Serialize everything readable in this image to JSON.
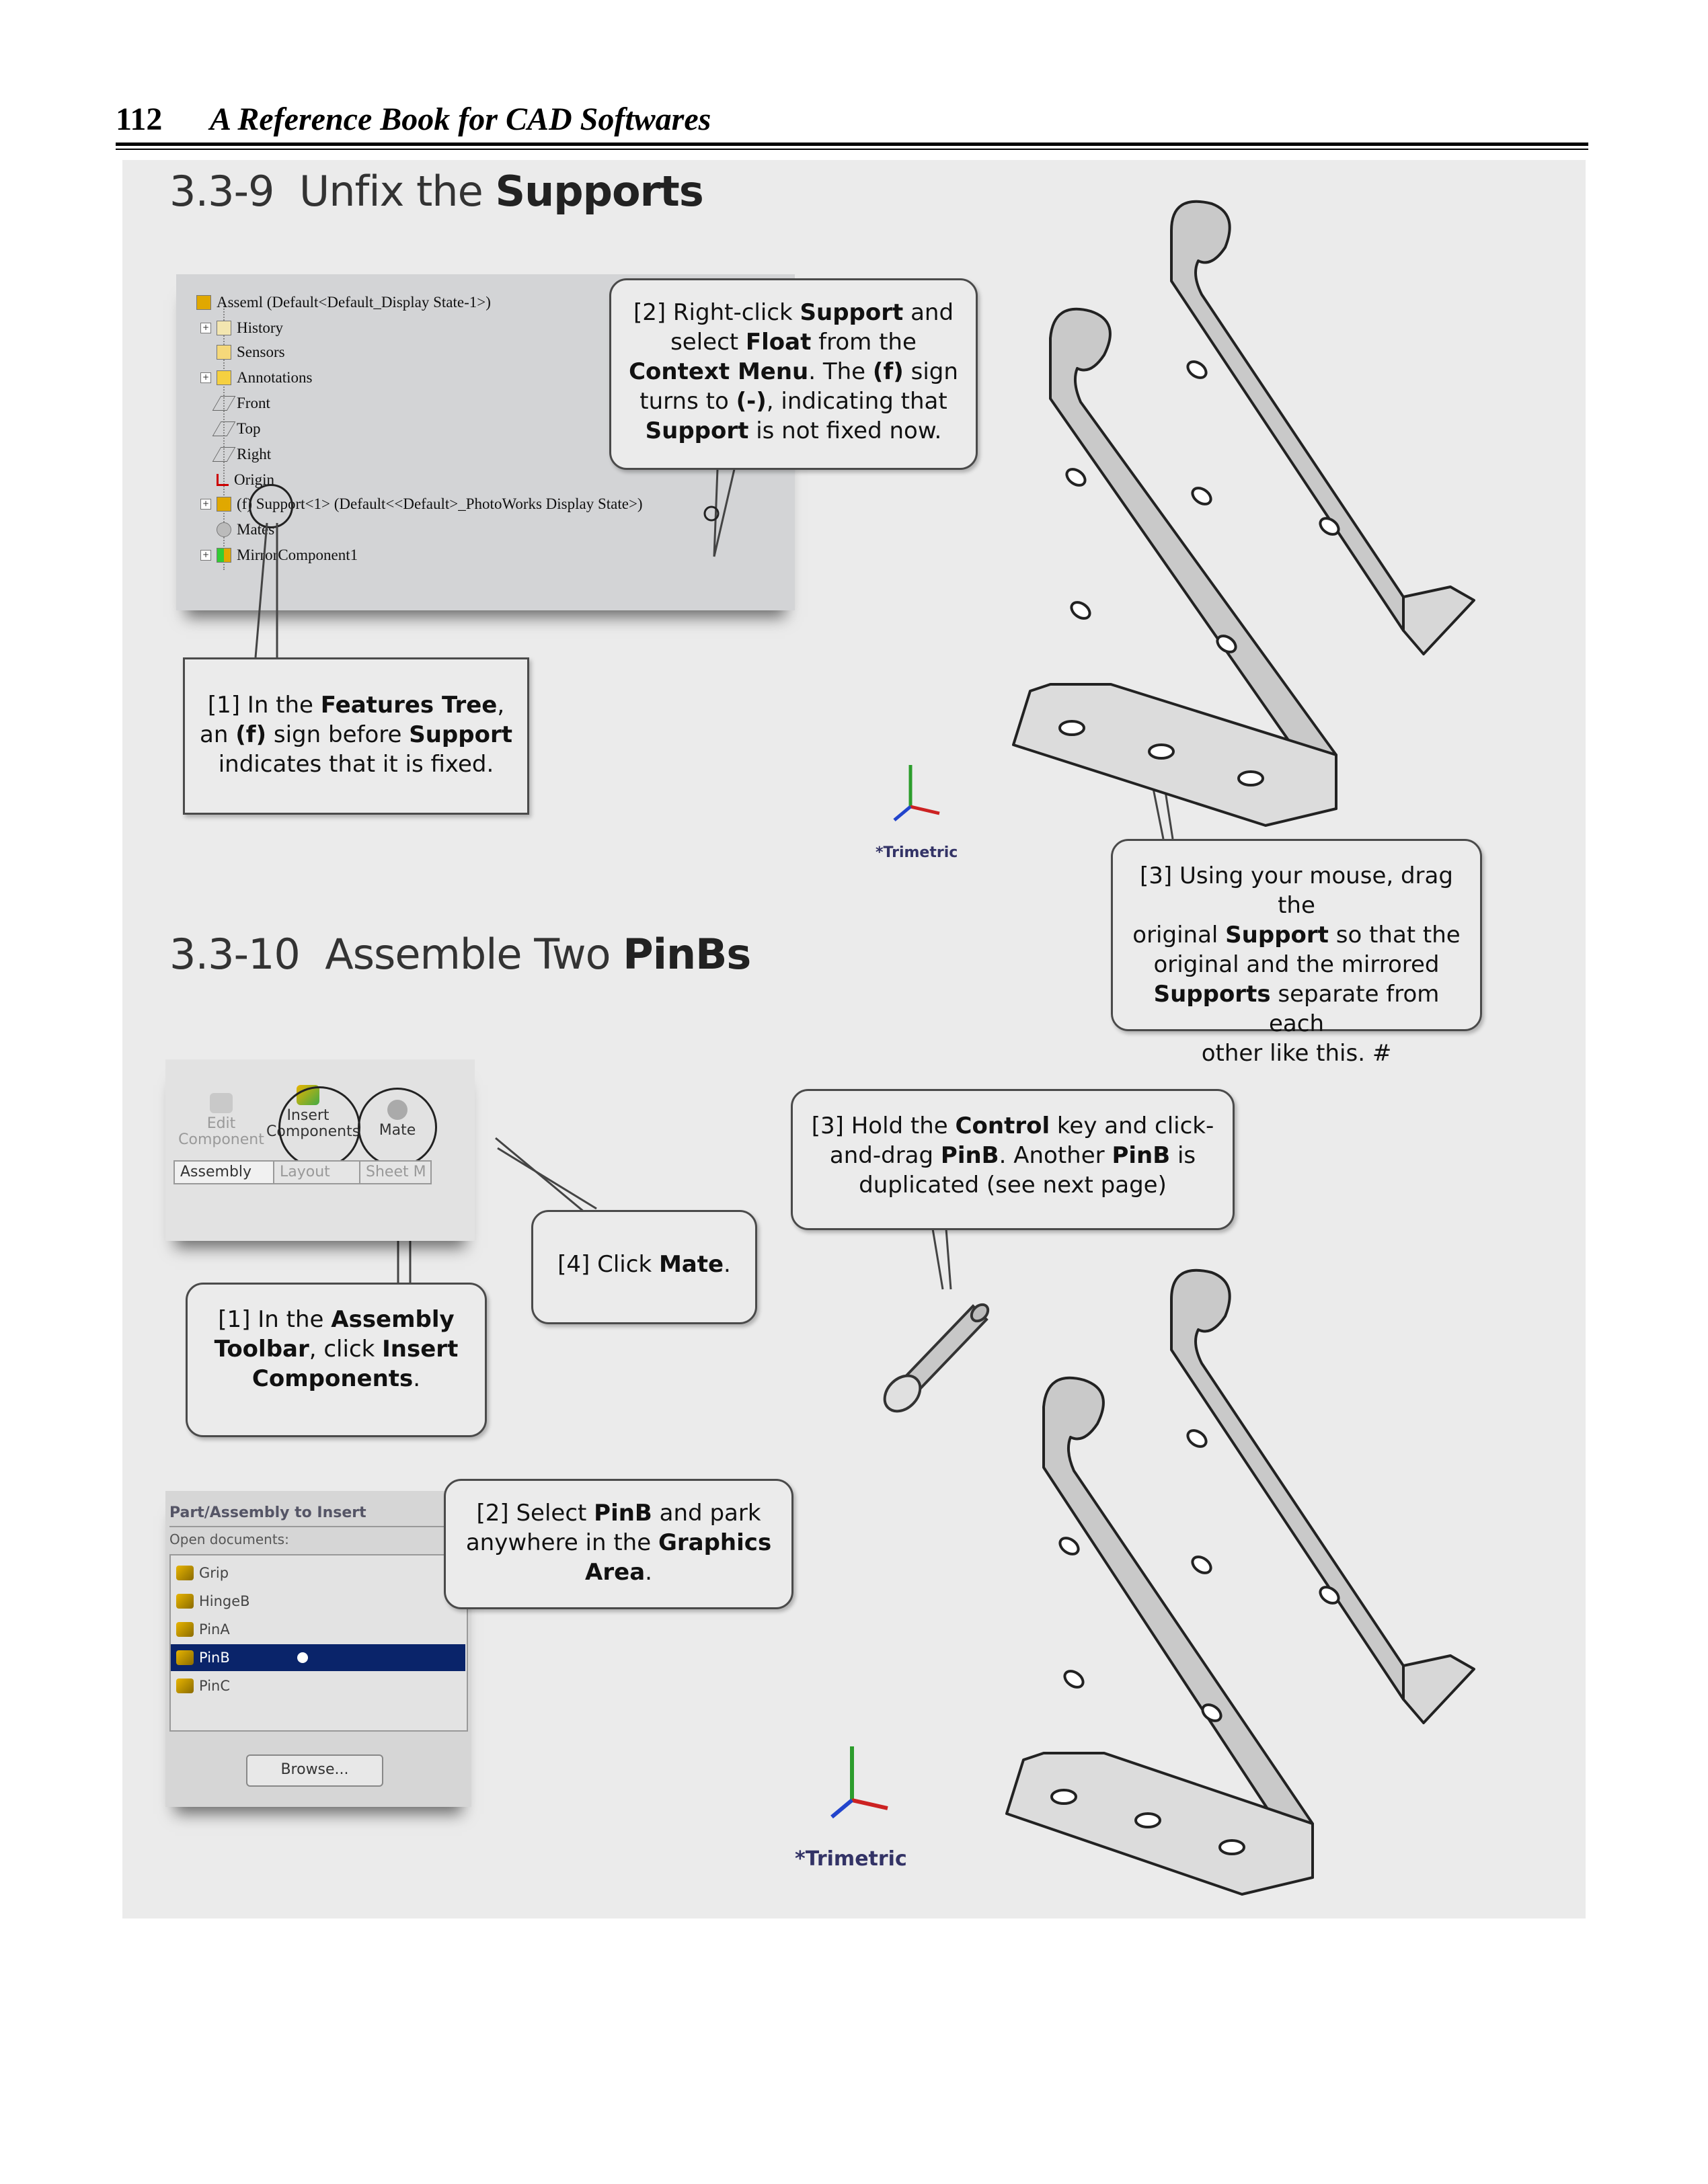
{
  "header": {
    "page_number": "112",
    "running_title": "A Reference Book for CAD Softwares"
  },
  "section1": {
    "number": "3.3-9",
    "title_plain": "Unfix the",
    "title_bold": "Supports",
    "feature_tree": {
      "rows": [
        "Asseml  (Default<Default_Display State-1>)",
        "History",
        "Sensors",
        "Annotations",
        "Front",
        "Top",
        "Right",
        "Origin",
        "(f) Support<1> (Default<<Default>_PhotoWorks Display State>)",
        "Mates",
        "MirrorComponent1"
      ]
    },
    "callout1": {
      "step": "[1]",
      "t1": "In the",
      "b1": "Features Tree",
      "t2": ",",
      "t3": "an",
      "b2": "(f)",
      "t4": "sign before",
      "b3": "Support",
      "t5": "indicates that it is fixed."
    },
    "callout2": {
      "step": "[2]",
      "t1": "Right-click",
      "b1": "Support",
      "t2": "and",
      "t3": "select",
      "b2": "Float",
      "t4": "from the",
      "b3": "Context Menu",
      "t5": ". The",
      "b4": "(f)",
      "t6": "sign",
      "t7": "turns to",
      "b5": "(-)",
      "t8": ", indicating that",
      "b6": "Support",
      "t9": "is not fixed now."
    },
    "callout3": {
      "step": "[3]",
      "t1": "Using your mouse, drag the",
      "t2": "original",
      "b1": "Support",
      "t3": "so that the",
      "t4": "original and the mirrored",
      "b2": "Supports",
      "t5": "separate from each",
      "t6": "other like this. #"
    },
    "triad_label": "*Trimetric"
  },
  "section2": {
    "number": "3.3-10",
    "title_plain": "Assemble Two",
    "title_bold": "PinBs",
    "toolbar": {
      "edit_component": [
        "Edit",
        "Component"
      ],
      "insert_components": [
        "Insert",
        "Components"
      ],
      "mate": "Mate",
      "tabs": [
        "Assembly",
        "Layout",
        "Sheet M"
      ]
    },
    "insert_panel": {
      "header": "Part/Assembly to Insert",
      "open_documents_label": "Open documents:",
      "items": [
        "Grip",
        "HingeB",
        "PinA",
        "PinB",
        "PinC"
      ],
      "selected_item": "PinB",
      "browse_button": "Browse..."
    },
    "callout1": {
      "step": "[1]",
      "t1": "In the",
      "b1": "Assembly",
      "b2": "Toolbar",
      "t2": ", click",
      "b3": "Insert",
      "b4": "Components",
      "t3": "."
    },
    "callout2": {
      "step": "[2]",
      "t1": "Select",
      "b1": "PinB",
      "t2": "and park",
      "t3": "anywhere in the",
      "b2": "Graphics",
      "b3": "Area",
      "t4": "."
    },
    "callout3": {
      "step": "[3]",
      "t1": "Hold the",
      "b1": "Control",
      "t2": "key and click-",
      "t3": "and-drag",
      "b2": "PinB",
      "t4": ". Another",
      "b3": "PinB",
      "t5": "is",
      "t6": "duplicated (see next page)"
    },
    "callout4": {
      "step": "[4]",
      "t1": "Click",
      "b1": "Mate",
      "t2": "."
    },
    "triad_label": "*Trimetric"
  },
  "colors": {
    "panel_bg": "#ebebeb",
    "selection_blue": "#0a246a",
    "callout_border": "#4a4a4a"
  }
}
